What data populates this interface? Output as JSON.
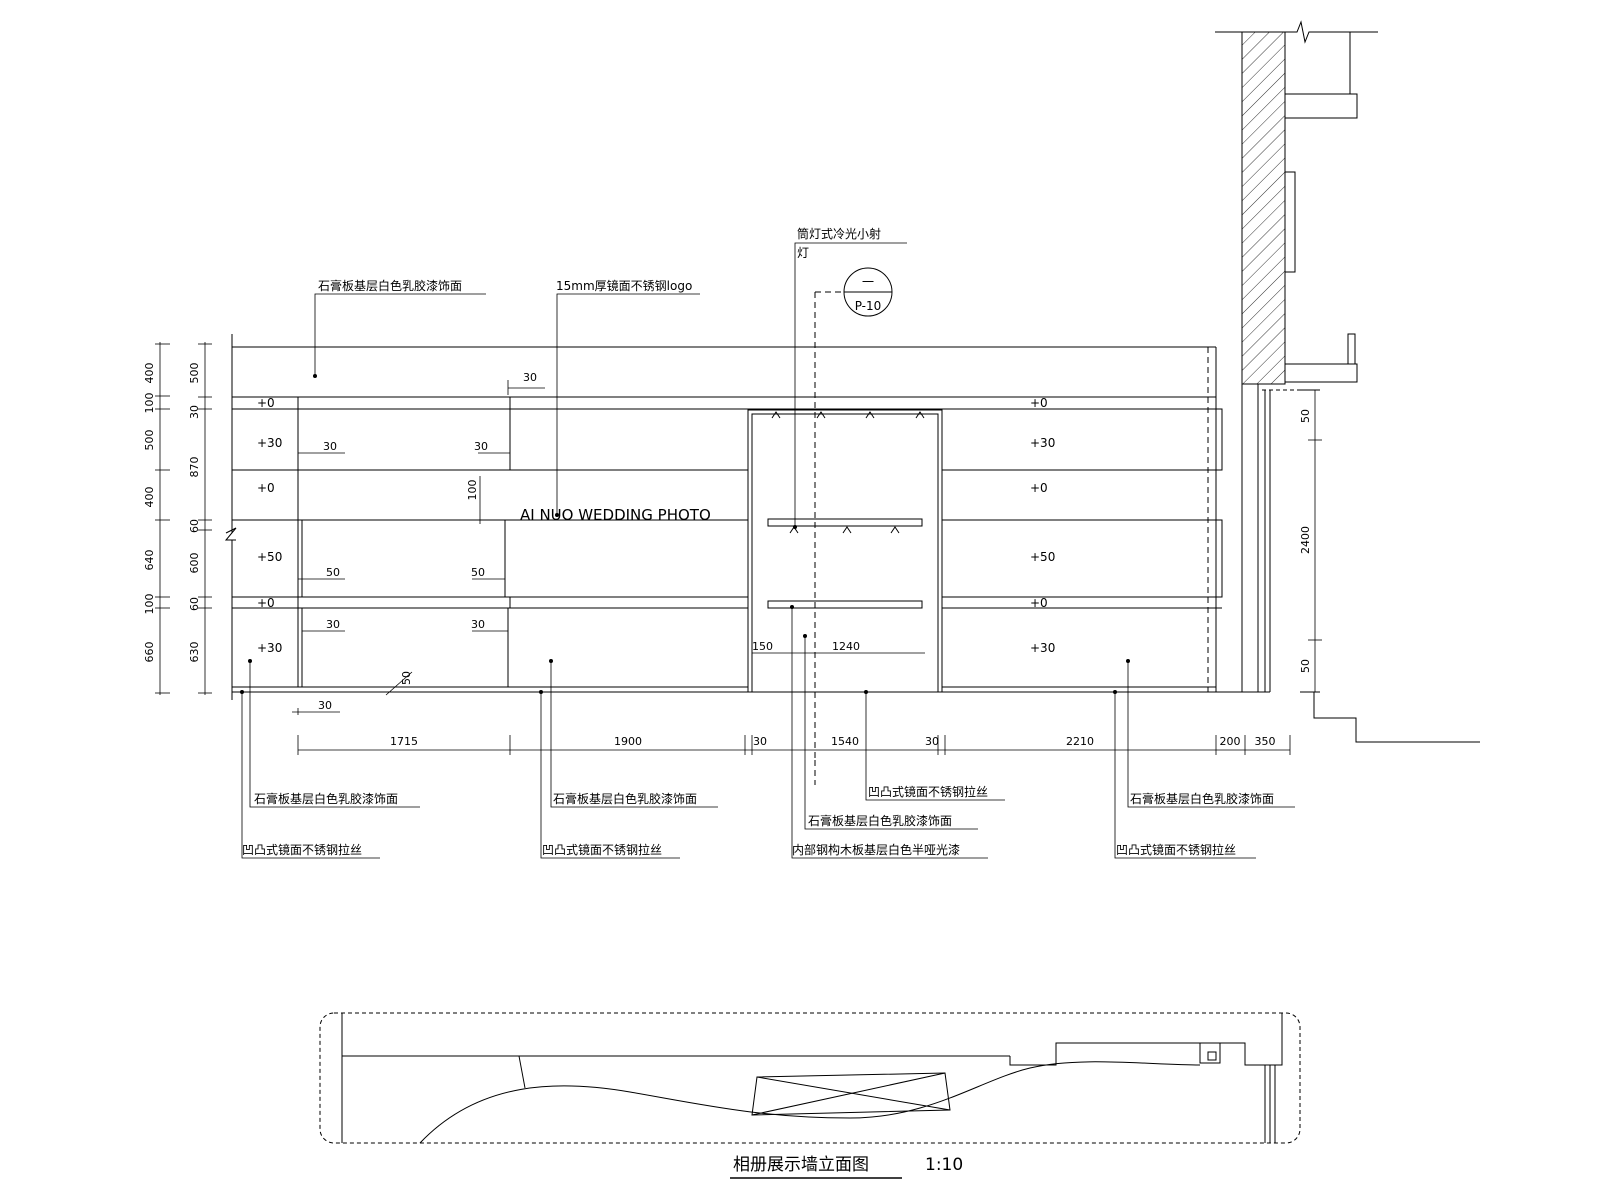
{
  "logo_text": "AI NUO WEDDING PHOTO",
  "elevation_title": "相册展示墙立面图",
  "scale": "1:10",
  "section_mark": {
    "top": "一",
    "bottom": "P-10"
  },
  "callouts": {
    "top_left": "石膏板基层白色乳胶漆饰面",
    "logo": "15mm厚镜面不锈钢logo",
    "light": "筒灯式冷光小射",
    "light_code": "灯",
    "bottom_1a": "石膏板基层白色乳胶漆饰面",
    "bottom_1b": "凹凸式镜面不锈钢拉丝",
    "bottom_2a": "石膏板基层白色乳胶漆饰面",
    "bottom_2b": "凹凸式镜面不锈钢拉丝",
    "bottom_3a": "凹凸式镜面不锈钢拉丝",
    "bottom_3b": "石膏板基层白色乳胶漆饰面",
    "bottom_3c": "内部钢构木板基层白色半哑光漆",
    "bottom_4a": "石膏板基层白色乳胶漆饰面",
    "bottom_4b": "凹凸式镜面不锈钢拉丝"
  },
  "offsets": {
    "left": [
      "+0",
      "+30",
      "+0",
      "+50",
      "+0",
      "+30"
    ],
    "right": [
      "+0",
      "+30",
      "+0",
      "+50",
      "+0",
      "+30"
    ]
  },
  "left_dims_outer": [
    "400",
    "100",
    "500",
    "400",
    "640",
    "100",
    "660"
  ],
  "left_dims_inner": [
    "500",
    "30",
    "870",
    "60",
    "600",
    "60",
    "630"
  ],
  "right_dims": [
    "50",
    "2400",
    "50"
  ],
  "bottom_dims": [
    "30",
    "1715",
    "1900",
    "30",
    "1540",
    "30",
    "2210",
    "200",
    "350"
  ],
  "inline_dims": {
    "top_30": "30",
    "row2_a": "30",
    "row2_b": "30",
    "row3_100": "100",
    "row4_a": "50",
    "row4_b": "50",
    "row6_a": "30",
    "row6_b": "30",
    "base_50": "50",
    "niche_150": "150",
    "niche_1240": "1240"
  }
}
